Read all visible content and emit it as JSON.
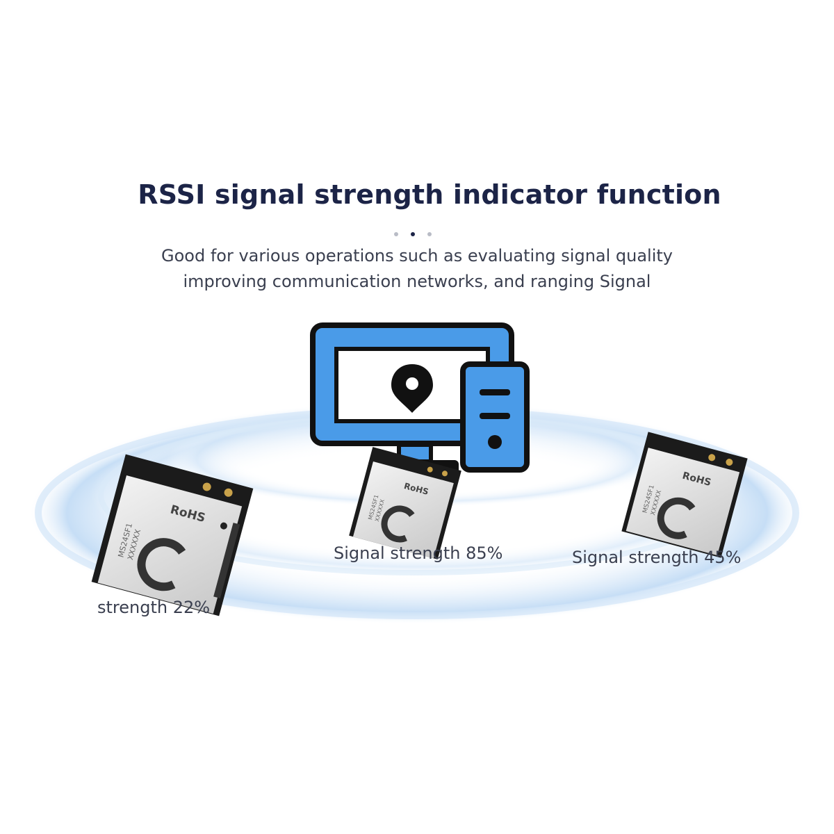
{
  "title": "RSSI signal strength indicator function",
  "subtitle_lines": [
    "Good for various operations such as evaluating signal quality",
    "improving communication networks, and ranging Signal"
  ],
  "pagination": {
    "count": 3,
    "active_index": 1
  },
  "module_text": {
    "rohs": "RoHS",
    "model": "MS24SF1",
    "serial": "XXXXXX"
  },
  "signal_labels": [
    {
      "text": "strength 22%",
      "value": 22
    },
    {
      "text": "Signal strength 85%",
      "value": 85
    },
    {
      "text": "Signal strength 45%",
      "value": 45
    }
  ],
  "colors": {
    "title": "#1c2447",
    "screen_blue": "#4a9be8",
    "outline": "#111111",
    "ring_glow": "#cfe3f7",
    "module_shield": "#d9d9d9",
    "module_pcb": "#1b1b1b"
  },
  "icons": [
    "computer-monitor-icon",
    "tower-pc-icon",
    "location-pin-icon",
    "wireless-module-icon"
  ]
}
